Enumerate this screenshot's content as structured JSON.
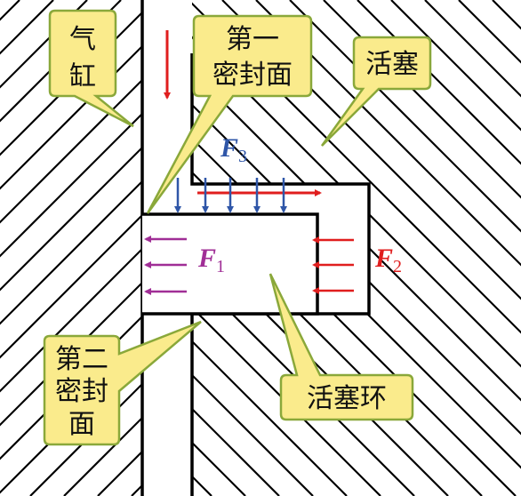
{
  "callouts": {
    "cylinder": [
      "气",
      "缸"
    ],
    "first_seal": [
      "第一",
      "密封面"
    ],
    "piston": [
      "活塞"
    ],
    "second_seal": [
      "第二",
      "密封",
      "面"
    ],
    "piston_ring": [
      "活塞环"
    ]
  },
  "forces": {
    "f1": {
      "letter": "F",
      "sub": "1"
    },
    "f2": {
      "letter": "F",
      "sub": "2"
    },
    "f3": {
      "letter": "F",
      "sub": "3"
    }
  },
  "colors": {
    "callout_fill": "#faeb8c",
    "callout_stroke": "#8aa83a",
    "f1": "#a02e96",
    "f2": "#e01e1e",
    "f3": "#2f56a8",
    "motion": "#e01e1e",
    "line": "#000000"
  }
}
